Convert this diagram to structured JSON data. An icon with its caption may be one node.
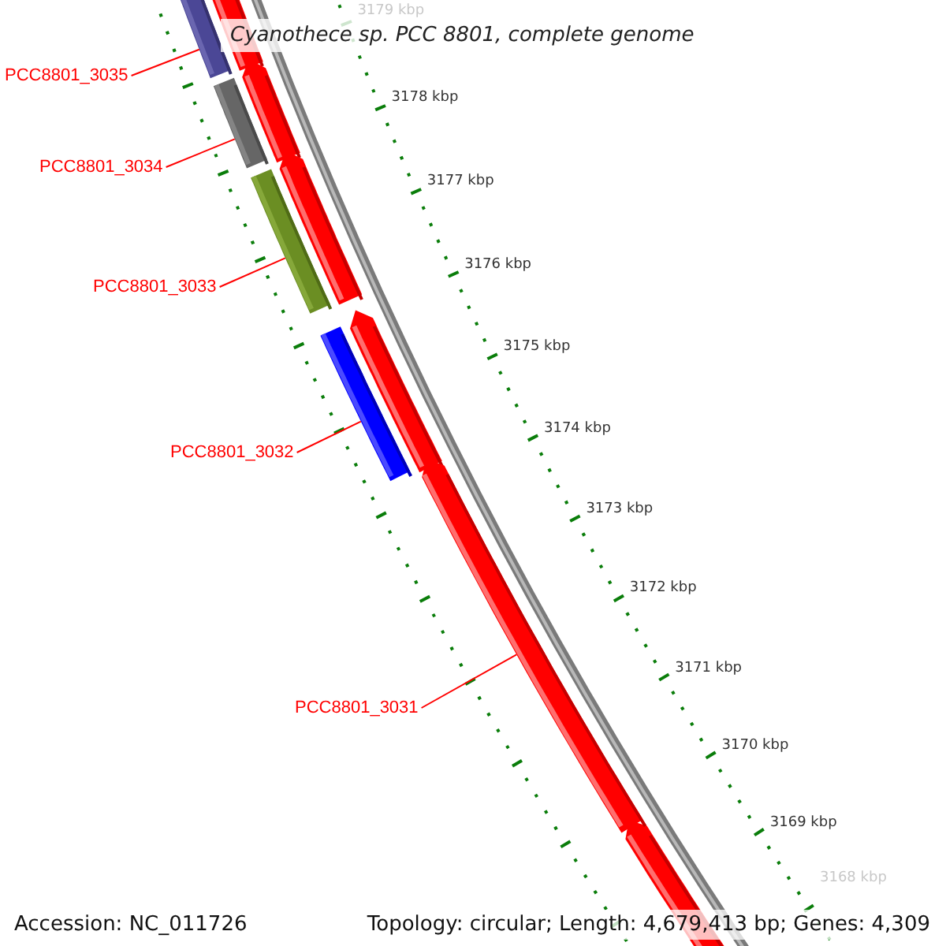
{
  "diagram": {
    "title": "Cyanothece sp. PCC 8801, complete genome",
    "nodes": [
      {
        "text": [
          "PCC8801_3035"
        ]
      },
      {
        "text": [
          "PCC8801_3034"
        ]
      },
      {
        "text": [
          "PCC8801_3033"
        ]
      },
      {
        "text": [
          "PCC8801_3032"
        ]
      },
      {
        "text": [
          "PCC8801_3031"
        ]
      },
      {
        "text": [],
        "shape": "bar"
      },
      {
        "text": [],
        "shape": "bar"
      },
      {
        "text": [],
        "shape": "bar"
      },
      {
        "text": [],
        "shape": "bar"
      },
      {
        "text": [],
        "shape": "bar"
      }
    ],
    "edges": [
      {
        "from": 0,
        "to": 5,
        "arrow": "none"
      },
      {
        "from": 1,
        "to": 6,
        "arrow": "none"
      },
      {
        "from": 2,
        "to": 7,
        "arrow": "none"
      },
      {
        "from": 3,
        "to": 8,
        "arrow": "none"
      },
      {
        "from": 4,
        "to": 9,
        "arrow": "none"
      }
    ],
    "labels": [
      "3179 kbp",
      "3178 kbp",
      "3177 kbp",
      "3176 kbp",
      "3175 kbp",
      "3174 kbp",
      "3173 kbp",
      "3172 kbp",
      "3171 kbp",
      "3170 kbp",
      "3169 kbp",
      "3168 kbp",
      "Accession: NC_011726",
      "Topology: circular; Length: 4,679,413 bp; Genes: 4,309"
    ]
  }
}
